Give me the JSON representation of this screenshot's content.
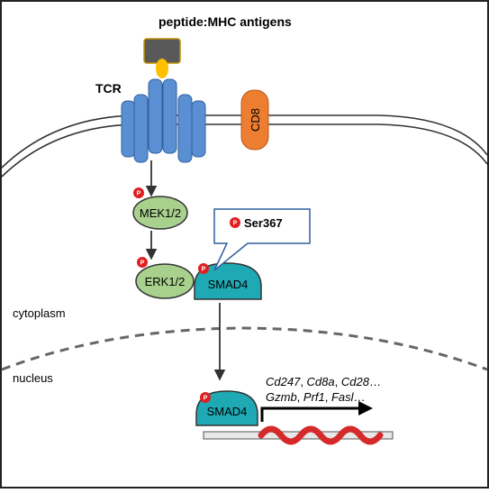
{
  "labels": {
    "antigen": "peptide:MHC antigens",
    "tcr": "TCR",
    "cd8": "CD8",
    "mek": "MEK1/2",
    "erk": "ERK1/2",
    "smad4_cyto": "SMAD4",
    "smad4_nuc": "SMAD4",
    "ser": "Ser367",
    "cytoplasm": "cytoplasm",
    "nucleus": "nucleus",
    "phospho": "P"
  },
  "genes": {
    "line1": [
      "Cd247",
      ", ",
      "Cd8a",
      ", ",
      "Cd28",
      "…"
    ],
    "line2": [
      "Gzmb",
      ", ",
      "Prf1",
      ", ",
      "Fasl",
      "…"
    ]
  },
  "colors": {
    "tcr_blue": "#5b8fd4",
    "cd8_orange": "#ed7d31",
    "kinase_green": "#a9d18e",
    "smad_teal": "#1fa9b4",
    "phospho_red": "#e02020",
    "antigen_gray": "#595959",
    "peptide_yellow": "#ffc000",
    "dna_red": "#d62a2a"
  }
}
